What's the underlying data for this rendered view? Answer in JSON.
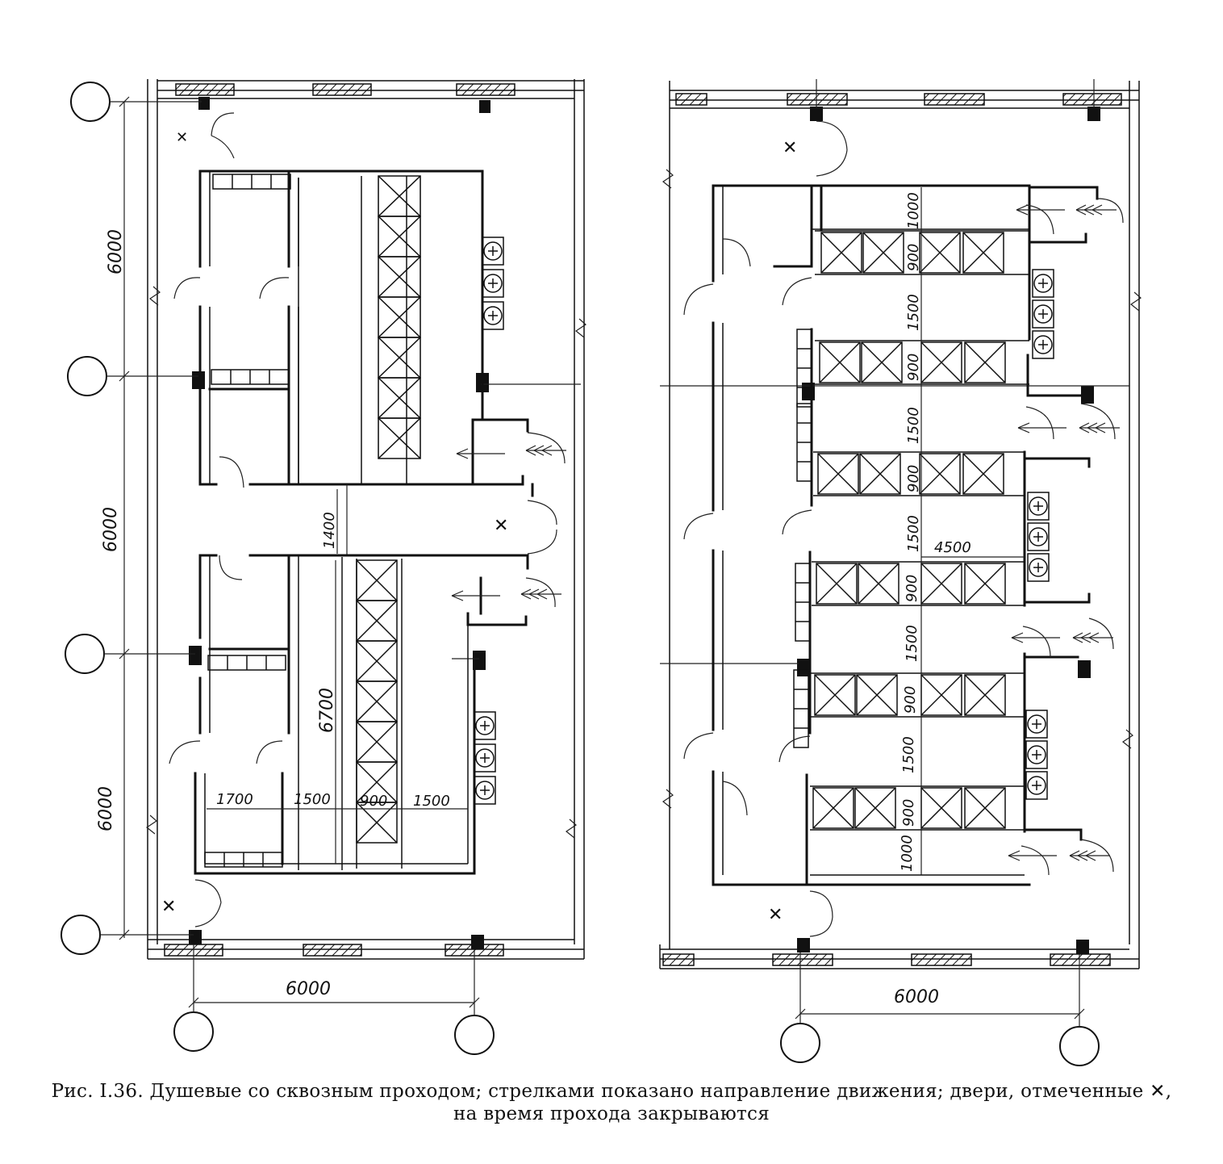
{
  "figure": {
    "caption_line1": "Рис. I.36. Душевые со сквозным проходом; стрелками показано направление движения; двери, отмеченные ✕,",
    "caption_line2": "на время прохода закрываются"
  },
  "left_plan": {
    "dims": {
      "bay_top": "6000",
      "bay_mid": "6000",
      "bay_bottom": "6000",
      "width_bottom": "6000",
      "passage": "1400",
      "length": "6700",
      "seg1": "1700",
      "seg2": "1500",
      "seg3": "900",
      "seg4": "1500"
    }
  },
  "right_plan": {
    "dims": {
      "width_bottom": "6000",
      "room_width": "4500",
      "v1": "1000",
      "v2": "900",
      "v3": "1500",
      "v4": "900",
      "v5": "1500",
      "v6": "900",
      "v7": "1500",
      "v8": "900",
      "v9": "1500",
      "v10": "900",
      "v11": "1500",
      "v12": "900",
      "v13": "1000"
    }
  },
  "legend": {
    "closed_door_mark": "✕"
  }
}
